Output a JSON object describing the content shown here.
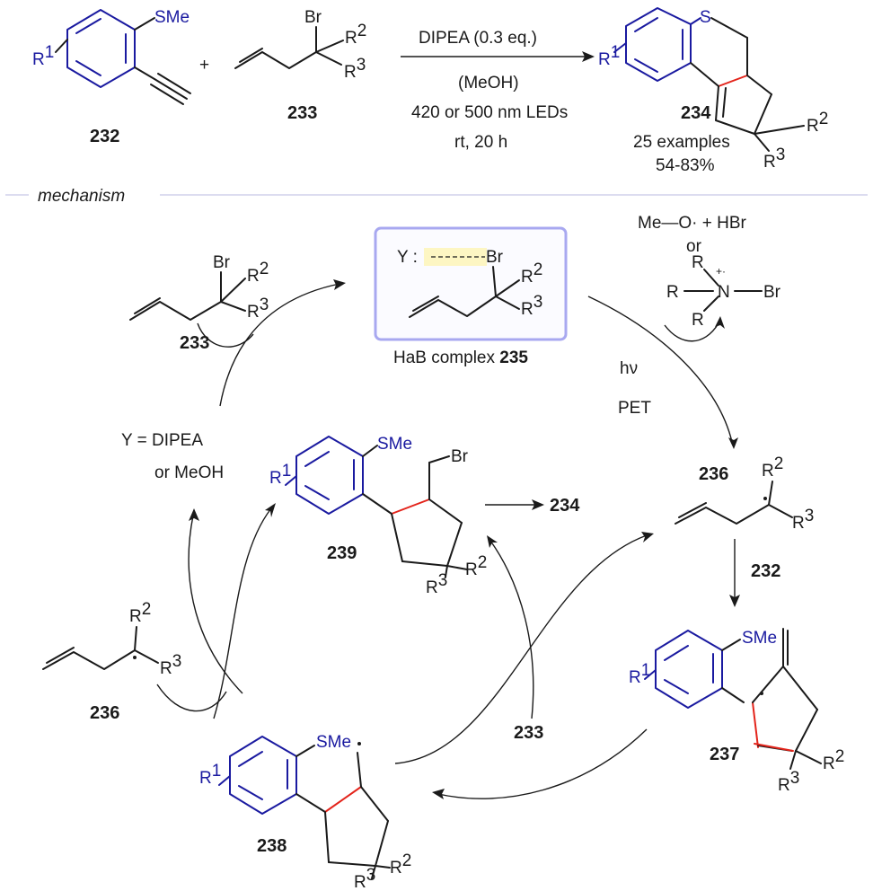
{
  "reaction": {
    "conditions": [
      "DIPEA (0.3 eq.)",
      "(MeOH)",
      "420 or 500 nm LEDs",
      "rt, 20 h"
    ],
    "plus": "+",
    "c232": "232",
    "c233": "233",
    "c234": "234",
    "examples": "25 examples",
    "yield": "54-83%"
  },
  "mechanism": {
    "heading": "mechanism",
    "hab_complex": "HaB complex",
    "hab_num": "235",
    "y_def1": "Y = DIPEA",
    "y_def2": "or MeOH",
    "byproduct_meo": "Me—O· +  HBr",
    "byproduct_or": "or",
    "hv": "hν",
    "pet": "PET",
    "product_arrow_target": "234",
    "labels": {
      "c233_top": "233",
      "c236_right": "236",
      "c232_right": "232",
      "c237": "237",
      "c238": "238",
      "c239": "239",
      "c236_left": "236",
      "c233_mid": "233"
    }
  },
  "atoms": {
    "SMe": "SMe",
    "S": "S",
    "Br": "Br",
    "R": "R",
    "R1": "R",
    "R2": "R",
    "R3": "R",
    "s1": "1",
    "s2": "2",
    "s3": "3",
    "N": "N",
    "Y": "Y :"
  },
  "colors": {
    "blue": "#1a1aa0",
    "red": "#e3241b",
    "highlight": "#fdf6c3",
    "box": "#a8a8f0"
  }
}
